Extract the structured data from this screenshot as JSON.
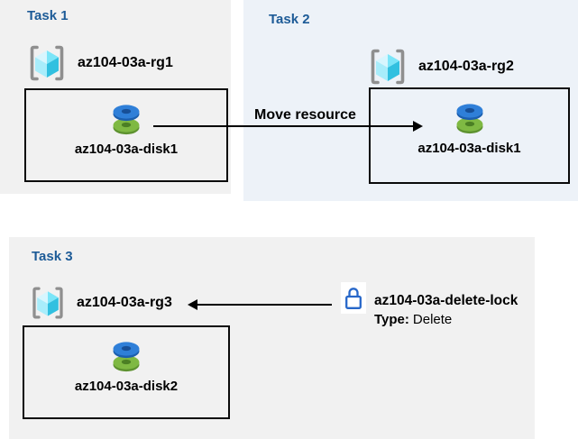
{
  "tasks": [
    {
      "title": "Task 1",
      "resource_group": "az104-03a-rg1",
      "resource": "az104-03a-disk1"
    },
    {
      "title": "Task 2",
      "resource_group": "az104-03a-rg2",
      "resource": "az104-03a-disk1"
    },
    {
      "title": "Task 3",
      "resource_group": "az104-03a-rg3",
      "resource": "az104-03a-disk2",
      "lock": {
        "name": "az104-03a-delete-lock",
        "type_label": "Type:",
        "type_value": "Delete"
      }
    }
  ],
  "arrows": {
    "move_label": "Move resource"
  },
  "icons": {
    "resource_group": "resource-group-icon",
    "disk": "disk-icon",
    "lock": "lock-icon"
  },
  "colors": {
    "panel_gray": "#f1f1f1",
    "panel_blue": "#edf2f8",
    "title_blue": "#1d5b97",
    "disk_blue": "#2f7fd8",
    "disk_green": "#7fb943",
    "cube_cyan": "#31c0e0",
    "bracket_gray": "#8f8f8f",
    "lock_blue": "#2767c9",
    "arrow_black": "#000000"
  }
}
